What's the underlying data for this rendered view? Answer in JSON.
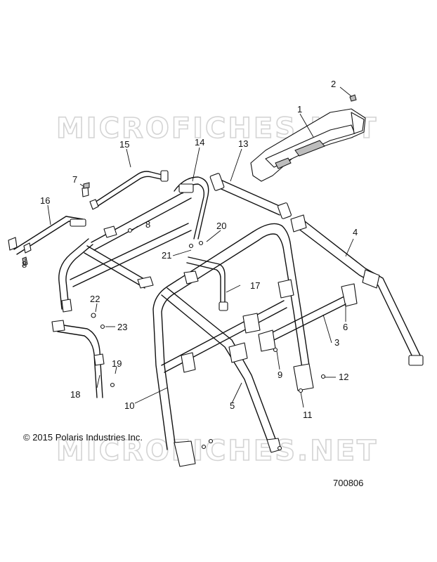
{
  "watermark": {
    "text": "MICROFICHES.NET"
  },
  "callouts": [
    {
      "id": "1",
      "label": "1"
    },
    {
      "id": "2",
      "label": "2"
    },
    {
      "id": "3",
      "label": "3"
    },
    {
      "id": "4",
      "label": "4"
    },
    {
      "id": "5",
      "label": "5"
    },
    {
      "id": "6",
      "label": "6"
    },
    {
      "id": "7",
      "label": "7"
    },
    {
      "id": "8a",
      "label": "8"
    },
    {
      "id": "8b",
      "label": "8"
    },
    {
      "id": "9",
      "label": "9"
    },
    {
      "id": "10",
      "label": "10"
    },
    {
      "id": "11",
      "label": "11"
    },
    {
      "id": "12",
      "label": "12"
    },
    {
      "id": "13",
      "label": "13"
    },
    {
      "id": "14",
      "label": "14"
    },
    {
      "id": "15",
      "label": "15"
    },
    {
      "id": "16",
      "label": "16"
    },
    {
      "id": "17",
      "label": "17"
    },
    {
      "id": "18",
      "label": "18"
    },
    {
      "id": "19",
      "label": "19"
    },
    {
      "id": "20",
      "label": "20"
    },
    {
      "id": "21",
      "label": "21"
    },
    {
      "id": "22",
      "label": "22"
    },
    {
      "id": "23",
      "label": "23"
    }
  ],
  "footer": {
    "copyright": "© 2015 Polaris Industries Inc.",
    "diagram_number": "700806"
  }
}
